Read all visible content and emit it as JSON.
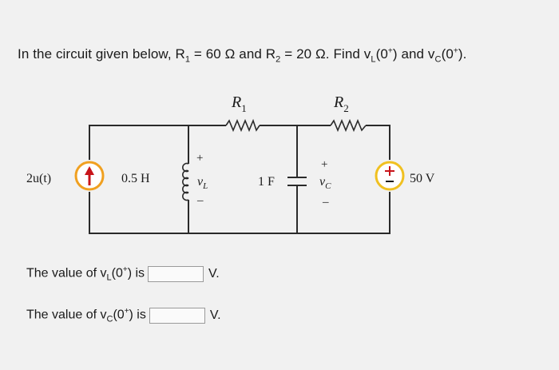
{
  "question": {
    "prefix": "In the circuit given below, R",
    "r1_sub": "1",
    "r1_value": " = 60 Ω and R",
    "r2_sub": "2",
    "r2_value": " = 20 Ω. Find v",
    "vl_sub": "L",
    "vl_arg": "(0",
    "vl_sup": "+",
    "and_text": ") and v",
    "vc_sub": "C",
    "vc_arg": "(0",
    "vc_sup": "+",
    "end": ")."
  },
  "circuit": {
    "source_left_label": "2u(t)",
    "inductor_label": "0.5 H",
    "vl_label": "v",
    "vl_label_sub": "L",
    "plus": "+",
    "minus": "–",
    "r1_label": "R",
    "r1_label_sub": "1",
    "r2_label": "R",
    "r2_label_sub": "2",
    "cap_label": "1 F",
    "vc_label": "v",
    "vc_label_sub": "C",
    "source_right_label": "50 V",
    "source_left_color": "#f0a020",
    "source_right_color": "#f0c020"
  },
  "answers": {
    "vl_prefix": "The value of v",
    "vl_sub": "L",
    "vl_arg": "(0",
    "vl_sup": "+",
    "vl_suffix": ") is",
    "vl_unit": "V.",
    "vc_prefix": "The value of v",
    "vc_sub": "C",
    "vc_arg": "(0",
    "vc_sup": "+",
    "vc_suffix": ") is",
    "vc_unit": "V."
  }
}
